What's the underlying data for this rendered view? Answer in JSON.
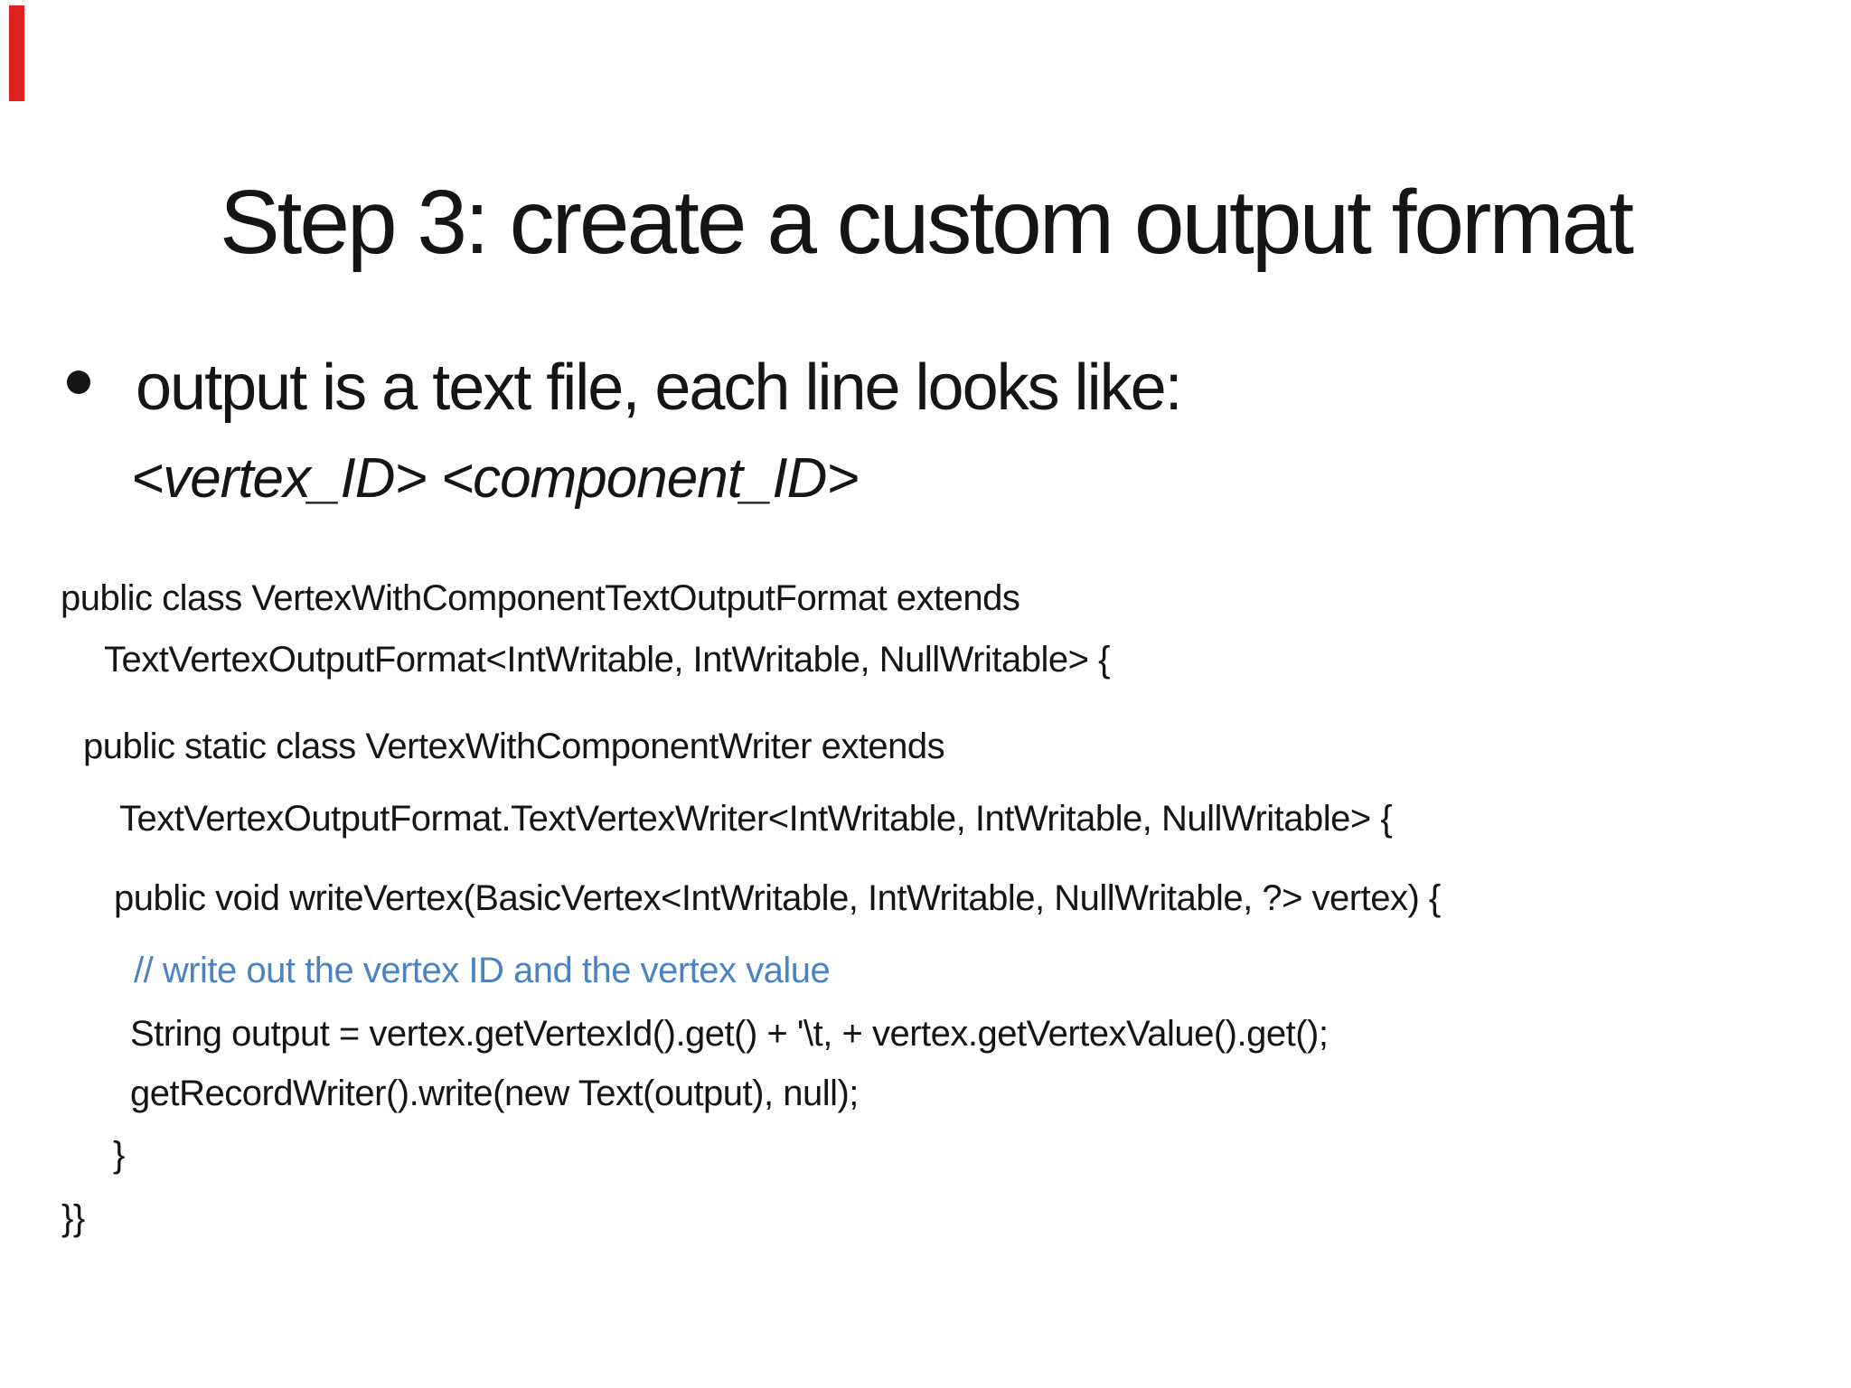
{
  "slide": {
    "title": "Step 3: create a custom output format"
  },
  "bullet": {
    "text": "output is a text file, each line looks like:",
    "pattern": "<vertex_ID> <component_ID>"
  },
  "code": {
    "lines": [
      {
        "text": "public class VertexWithComponentTextOutputFormat extends"
      },
      {
        "text": "TextVertexOutputFormat<IntWritable, IntWritable, NullWritable> {"
      },
      {
        "text": "public static class VertexWithComponentWriter extends"
      },
      {
        "text": "TextVertexOutputFormat.TextVertexWriter<IntWritable, IntWritable, NullWritable> {"
      },
      {
        "text": "public void writeVertex(BasicVertex<IntWritable, IntWritable, NullWritable, ?> vertex) {"
      },
      {
        "text": "// write out the vertex ID and the vertex value",
        "role": "comment"
      },
      {
        "text": "String output = vertex.getVertexId().get() + '\\t, + vertex.getVertexValue().get();"
      },
      {
        "text": "getRecordWriter().write(new Text(output), null);"
      },
      {
        "text": "}"
      },
      {
        "text": "}}"
      }
    ]
  },
  "colors": {
    "comment_blue": "#4a82c4",
    "marker_red": "#e01f1f",
    "text_black": "#151515",
    "background": "#ffffff"
  }
}
